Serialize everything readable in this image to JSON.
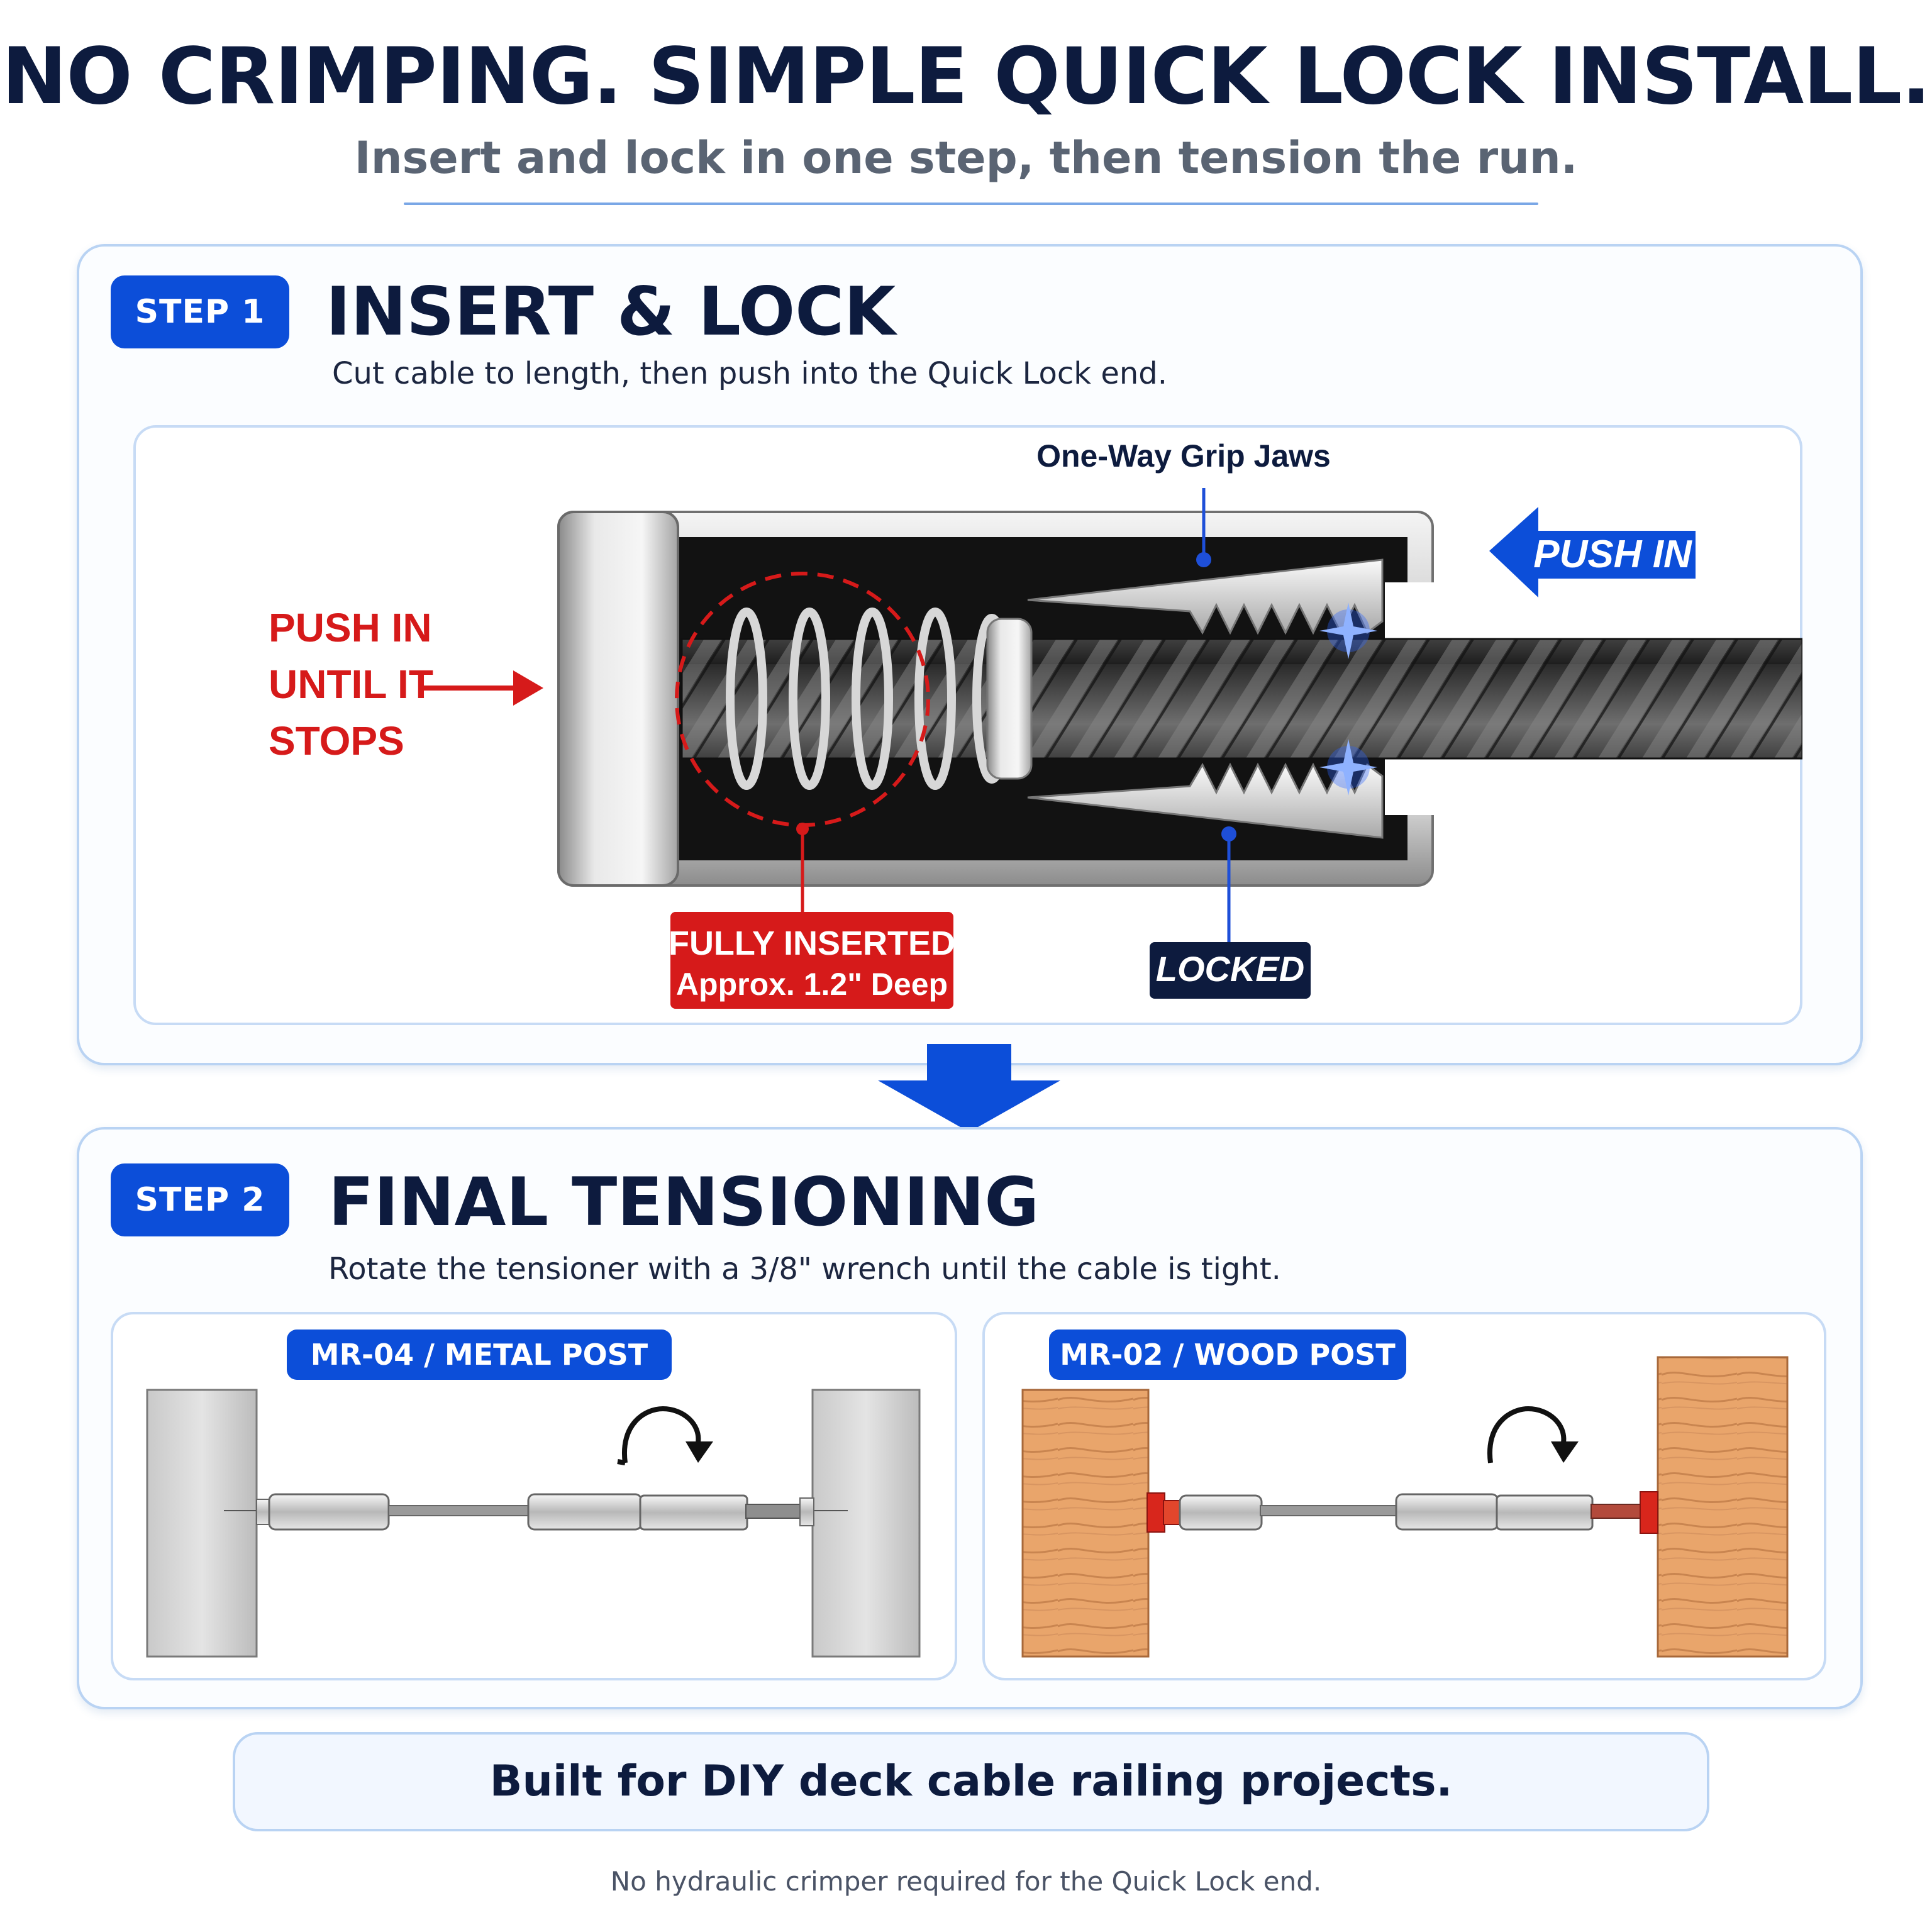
{
  "header": {
    "title": "NO CRIMPING. SIMPLE QUICK LOCK INSTALL.",
    "subtitle": "Insert and lock in one step, then tension the run."
  },
  "step1": {
    "badge": "STEP 1",
    "title": "INSERT & LOCK",
    "description": "Cut cable to length, then push into the Quick Lock end.",
    "callouts": {
      "grip_jaws": "One-Way Grip Jaws",
      "push_in": "PUSH IN",
      "push_until_lines": [
        "PUSH IN",
        "UNTIL IT",
        "STOPS"
      ],
      "fully_inserted": "FULLY INSERTED",
      "depth": "Approx. 1.2\" Deep",
      "locked": "LOCKED"
    }
  },
  "step2": {
    "badge": "STEP 2",
    "title": "FINAL TENSIONING",
    "description": "Rotate the tensioner with a 3/8\" wrench until the cable is tight.",
    "metal_label": "MR-04 / METAL POST",
    "wood_label": "MR-02 / WOOD POST"
  },
  "footer": {
    "tagline": "Built for DIY deck cable railing projects.",
    "note": "No hydraulic crimper required for the Quick Lock end."
  },
  "colors": {
    "navy": "#0d1b3e",
    "blue": "#0c4ed9",
    "red": "#d61a1a",
    "panel_border": "#b9d3f3"
  }
}
